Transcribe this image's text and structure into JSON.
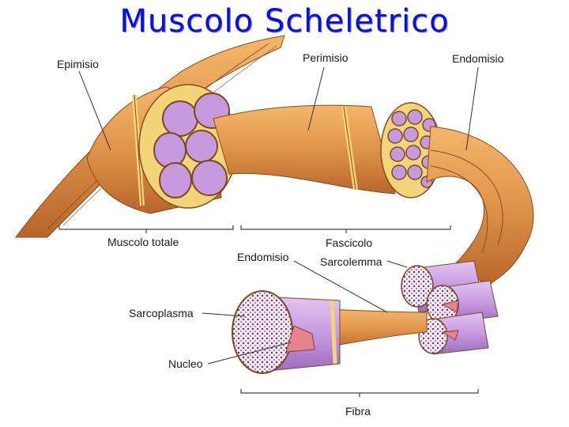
{
  "title": "Muscolo Scheletrico",
  "labels": {
    "epimisio": "Epimisio",
    "perimisio": "Perimisio",
    "endomisio_top": "Endomisio",
    "muscolo_totale": "Muscolo totale",
    "fascicolo": "Fascicolo",
    "endomisio_mid": "Endomisio",
    "sarcolemma": "Sarcolemma",
    "sarcoplasma": "Sarcoplasma",
    "nucleo": "Nucleo",
    "fibra": "Fibra"
  },
  "colors": {
    "title": "#0a10d8",
    "muscle_orange": "#e0944a",
    "muscle_dark": "#b8652a",
    "sheath_yellow": "#f2d479",
    "fiber_violet": "#c79ae0",
    "nucleus_pink": "#e6848c"
  }
}
